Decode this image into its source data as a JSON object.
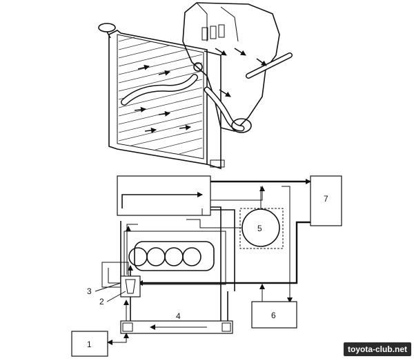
{
  "labels": {
    "l1": "1",
    "l2": "2",
    "l3": "3",
    "l4": "4",
    "l5": "5",
    "l6": "6",
    "l7": "7"
  },
  "watermark": "toyota-club.net"
}
